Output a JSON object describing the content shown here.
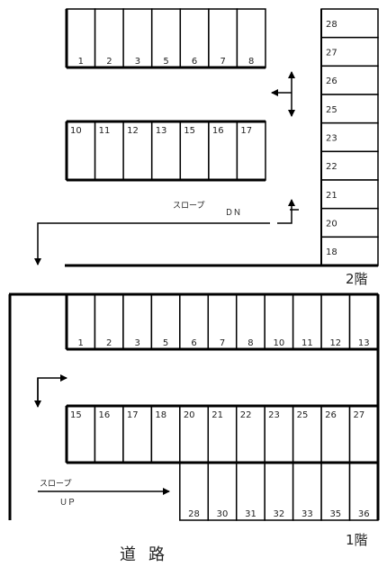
{
  "floor2": {
    "label": "2階",
    "top_row": [
      "1",
      "2",
      "3",
      "5",
      "6",
      "7",
      "8"
    ],
    "middle_row": [
      "10",
      "11",
      "12",
      "13",
      "15",
      "16",
      "17"
    ],
    "right_column": [
      "28",
      "27",
      "26",
      "25",
      "23",
      "22",
      "21",
      "20",
      "18"
    ],
    "slope_label": "スロープ",
    "slope_direction": "ＤＮ"
  },
  "floor1": {
    "label": "1階",
    "top_row": [
      "1",
      "2",
      "3",
      "5",
      "6",
      "7",
      "8",
      "10",
      "11",
      "12",
      "13"
    ],
    "middle_row": [
      "15",
      "16",
      "17",
      "18",
      "20",
      "21",
      "22",
      "23",
      "25",
      "26",
      "27"
    ],
    "bottom_row": [
      "28",
      "30",
      "31",
      "32",
      "33",
      "35",
      "36"
    ],
    "slope_label": "スロープ",
    "slope_direction": "ＵＰ"
  },
  "road_label": "道路"
}
